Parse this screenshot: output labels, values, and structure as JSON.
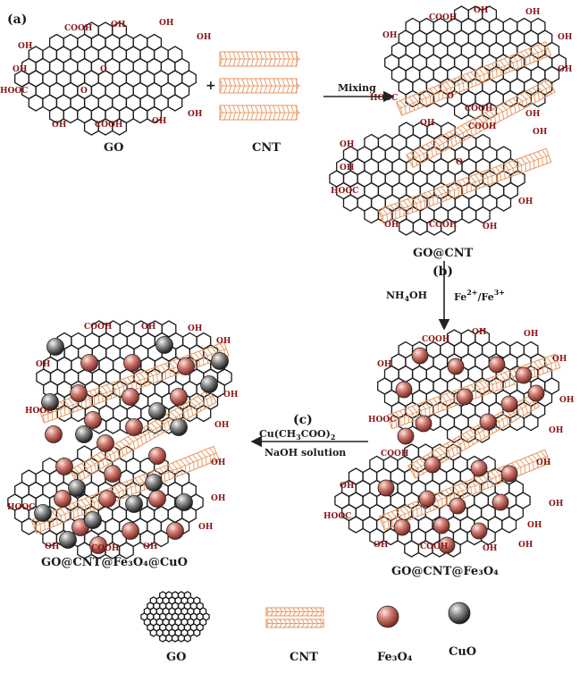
{
  "panels": {
    "a": "(a)",
    "b": "(b)",
    "c": "(c)"
  },
  "labels": {
    "go": "GO",
    "cnt": "CNT",
    "go_cnt": "GO@CNT",
    "go_cnt_fe": "GO@CNT@Fe₃O₄",
    "go_cnt_fe_cuo": "GO@CNT@Fe₃O₄@CuO"
  },
  "steps": {
    "mixing": "Mixing",
    "plus": "+",
    "base_main": "NH",
    "base_sub": "4",
    "base_end": "OH",
    "iron_a": "Fe",
    "iron_a_sup": "2+",
    "iron_sep": "/Fe",
    "iron_b_sup": "3+",
    "cu_a": "Cu(CH",
    "cu_sub1": "3",
    "cu_b": "COO)",
    "cu_sub2": "2",
    "naoh": "NaOH solution"
  },
  "groups": {
    "cooh": "COOH",
    "hooc": "HOOC",
    "oh": "OH",
    "o": "O"
  },
  "legend": {
    "go": "GO",
    "cnt": "CNT",
    "fe3o4": "Fe₃O₄",
    "cuo": "CuO"
  },
  "colors": {
    "sheet": "#1c1c1c",
    "cnt": "#e8935a",
    "group_text": "#8b1414",
    "fe_sphere": "#b5504a",
    "cuo_sphere": "#4a4a4a"
  }
}
